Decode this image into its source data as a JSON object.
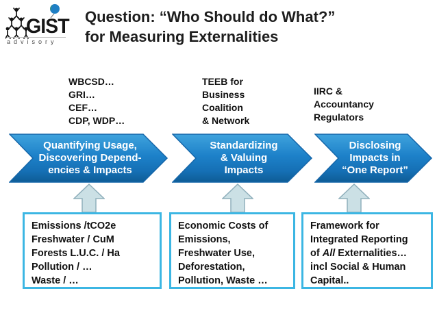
{
  "logo": {
    "name": "GIST",
    "tagline": "advisory"
  },
  "slide": {
    "title_line1": "Question: “Who Should do What?”",
    "title_line2": "for Measuring Externalities"
  },
  "col1": {
    "orgs": {
      "l1": "WBCSD…",
      "l2": "GRI…",
      "l3": "CEF…",
      "l4": "CDP, WDP…"
    },
    "step": {
      "l1": "Quantifying Usage,",
      "l2": "Discovering Depend-",
      "l3": "encies & Impacts"
    },
    "box": {
      "l1": "Emissions /tCO2e",
      "l2": "Freshwater / CuM",
      "l3": "Forests L.U.C. / Ha",
      "l4": "Pollution / …",
      "l5": "Waste / …"
    }
  },
  "col2": {
    "orgs": {
      "l1": "TEEB for",
      "l2": "Business",
      "l3": "Coalition",
      "l4": "& Network"
    },
    "step": {
      "l1": "Standardizing",
      "l2": "& Valuing",
      "l3": "Impacts"
    },
    "box": {
      "l1": "Economic Costs of",
      "l2": "Emissions,",
      "l3": "Freshwater Use,",
      "l4": "Deforestation,",
      "l5": "Pollution, Waste …"
    }
  },
  "col3": {
    "orgs": {
      "l1": "IIRC &",
      "l2": "Accountancy",
      "l3": "Regulators"
    },
    "step": {
      "l1": "Disclosing",
      "l2": "Impacts in",
      "l3": "“One Report”"
    },
    "box": {
      "l1": "Framework for",
      "l2": "Integrated Reporting",
      "l3_pre": "of ",
      "l3_italic": "All",
      "l3_post": " Externalities…",
      "l4": "incl Social & Human",
      "l5": "Capital.."
    }
  },
  "colors": {
    "chevron_top": "#3fa3dd",
    "chevron_mid": "#1d81c9",
    "chevron_bottom": "#0e5c95",
    "chevron_border": "#1566a9",
    "box_border": "#3cb6e3",
    "up_arrow_fill": "#cbe0e5",
    "up_arrow_border": "#8fafbb",
    "title_color": "#1d1d1d"
  }
}
